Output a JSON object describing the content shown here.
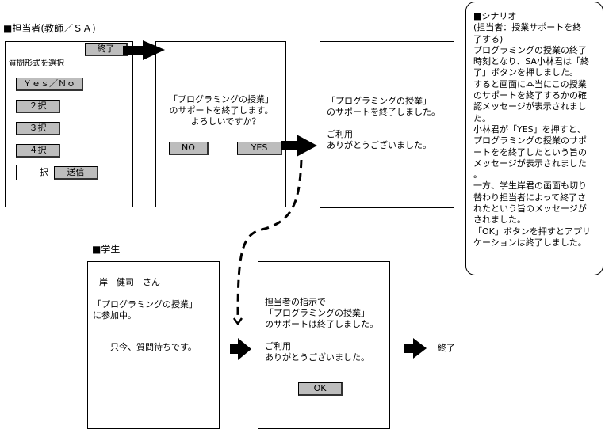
{
  "teacher": {
    "heading": "■担当者(教師／ＳＡ)",
    "screen1": {
      "end_button": "終了",
      "label": "質問形式を選択",
      "options": [
        "Ｙｅｓ／Ｎｏ",
        "２択",
        "３択",
        "４択"
      ],
      "custom_suffix": "択",
      "send_button": "送信",
      "custom_value": ""
    },
    "screen2": {
      "message": "「プログラミングの授業」\nのサポートを終了します。\n　よろしいですか？",
      "no_button": "NO",
      "yes_button": "YES"
    },
    "screen3": {
      "message": "「プログラミングの授業」\nのサポートを終了しました。\n\nご利用\nありがとうございました。"
    }
  },
  "student": {
    "heading": "■学生",
    "screen1": {
      "name": "岸　健司　さん",
      "status": "「プログラミングの授業」\nに参加中。",
      "waiting": "只今、質問待ちです。"
    },
    "screen2": {
      "message": "担当者の指示で\n「プログラミングの授業」\nのサポートは終了しました。\n\nご利用\nありがとうございました。",
      "ok_button": "OK"
    },
    "end_label": "終了"
  },
  "scenario": {
    "text": "■シナリオ\n(担当者：授業サポートを終\n了する)\nプログラミングの授業の終了\n時刻となり、SA小林君は「終\n了」ボタンを押しました。\nすると画面に本当にこの授業\nのサポートを終了するかの確\n認メッセージが表示されまし\nた。\n小林君が「YES」を押すと、\nプログラミングの授業のサポ\nートをを終了したという旨の\nメッセージが表示されました\n。\n一方、学生岸君の画面も切り\n替わり担当者によって終了さ\nれたという旨のメッセージが\nされました。\n「OK」ボタンを押すとアプリ\nケーションは終了しました。"
  }
}
